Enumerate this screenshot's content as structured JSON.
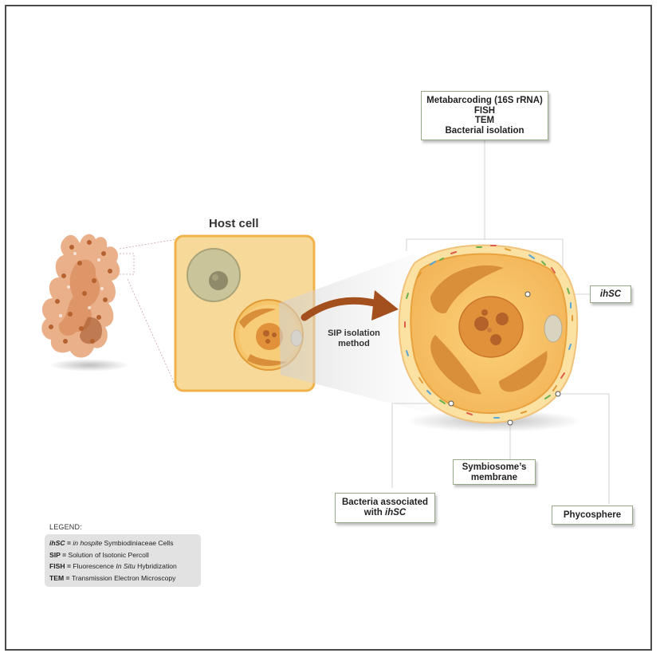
{
  "labels": {
    "methods": [
      "Metabarcoding (16S rRNA)",
      "FISH",
      "TEM",
      "Bacterial isolation"
    ],
    "host_cell": "Host cell",
    "sip_method": [
      "SIP isolation",
      "method"
    ],
    "ihsc": "ihSC",
    "symbiosome": [
      "Symbiosome’s",
      "membrane"
    ],
    "bacteria": [
      "Bacteria associated",
      "with ",
      "ihSC"
    ],
    "phycosphere": "Phycosphere"
  },
  "legend": {
    "title": "LEGEND:",
    "entries": [
      {
        "abbr": "ihSC",
        "eq": " = ",
        "parts": [
          {
            "t": "in hospite",
            "i": true
          },
          {
            "t": " Symbiodiniaceae Cells",
            "i": false
          }
        ]
      },
      {
        "abbr": "SIP",
        "eq": " = ",
        "parts": [
          {
            "t": "Solution of Isotonic Percoll",
            "i": false
          }
        ]
      },
      {
        "abbr": "FISH",
        "eq": " = ",
        "parts": [
          {
            "t": "Fluorescence ",
            "i": false
          },
          {
            "t": "In Situ",
            "i": true
          },
          {
            "t": " Hybridization",
            "i": false
          }
        ]
      },
      {
        "abbr": "TEM",
        "eq": " = ",
        "parts": [
          {
            "t": "Transmission Electron Microscopy",
            "i": false
          }
        ]
      }
    ]
  },
  "colors": {
    "coral": "#e8a77c",
    "host_cell_fill": "#f7d99a",
    "host_cell_border": "#f0b24a",
    "cell_fill": "#f6c56a",
    "cell_border": "#f2a93b",
    "chloroplast": "#d98e3a",
    "arrow": "#a34f1e",
    "legend_bg": "#e2e2e2"
  },
  "icons": [
    "coral-icon",
    "host-cell-icon",
    "symbiodiniaceae-cell-icon",
    "arrow-icon"
  ]
}
